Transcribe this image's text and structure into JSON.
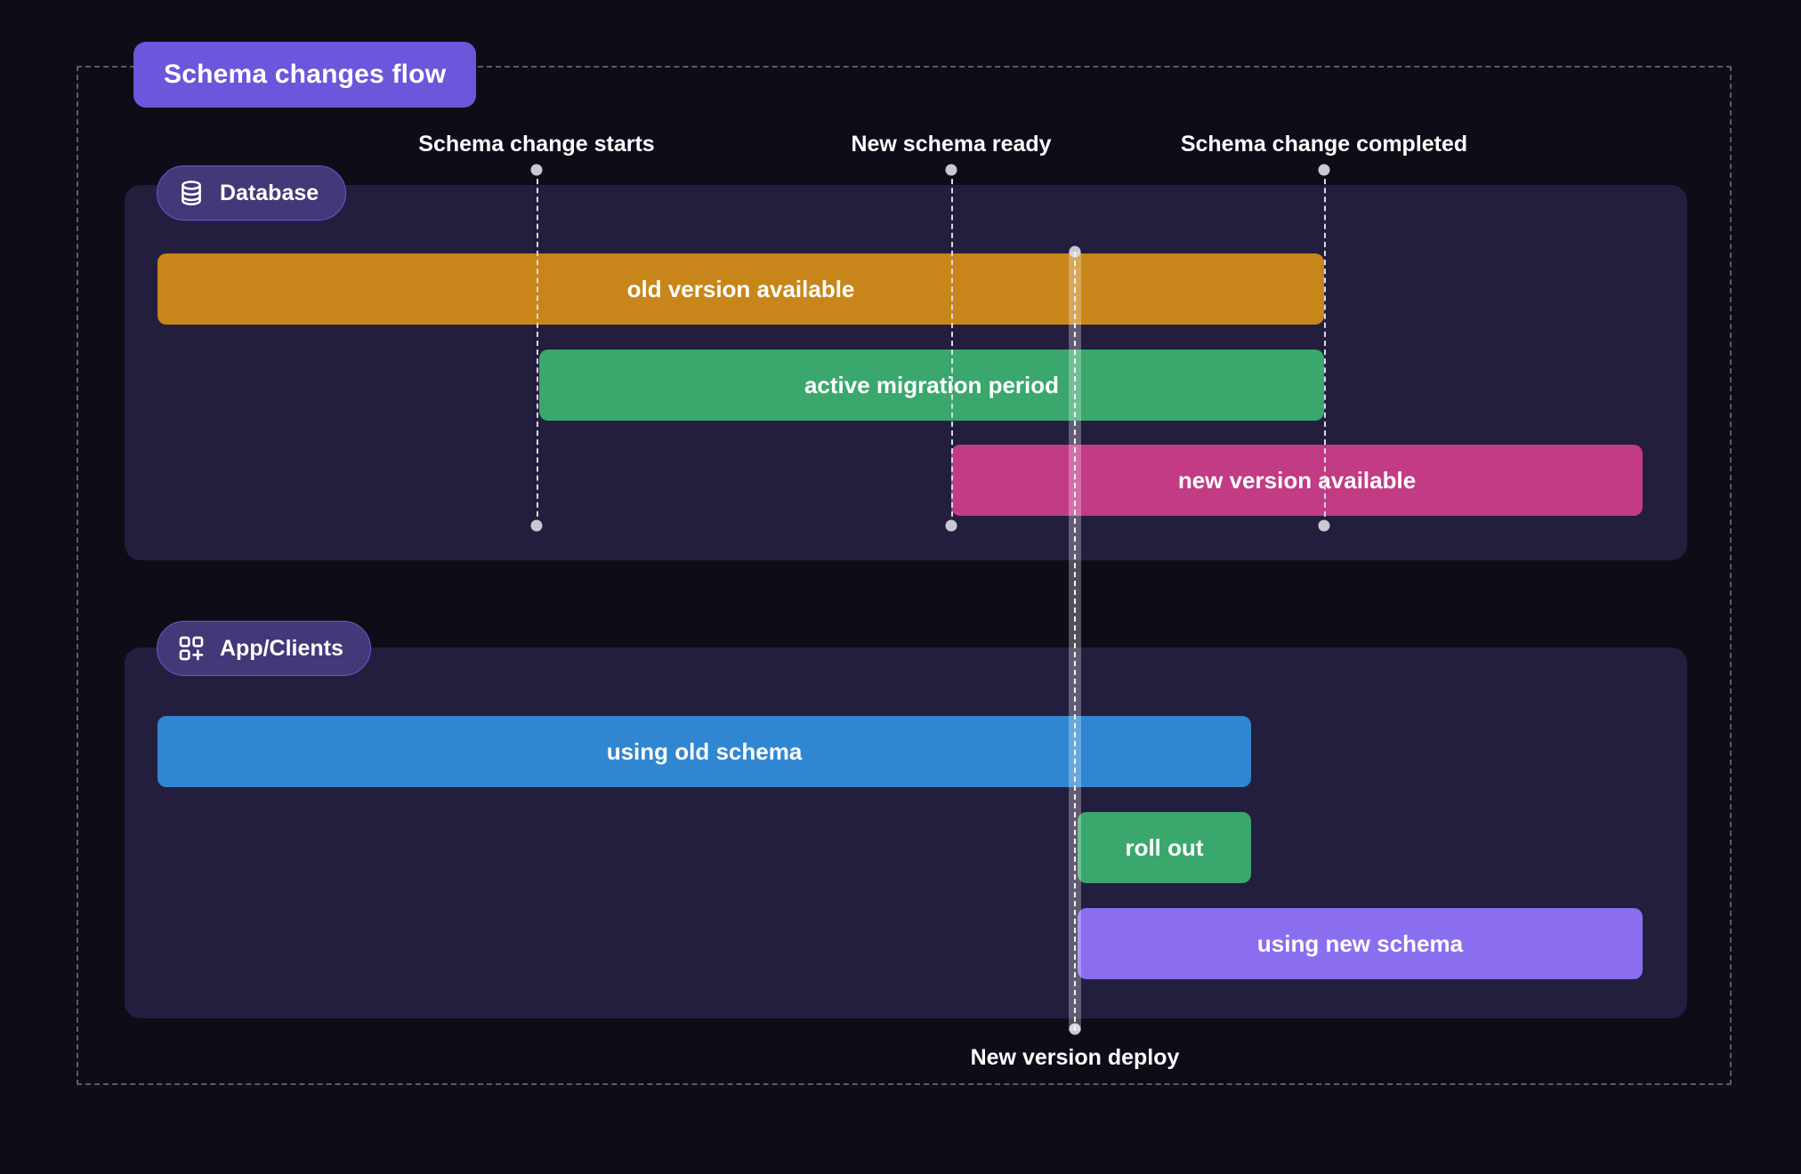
{
  "diagram": {
    "title": "Schema changes flow",
    "background_color": "#0d0d18",
    "panel_color": "#241e3e",
    "accent_color": "#6c56db"
  },
  "lanes": [
    {
      "id": "database",
      "label": "Database",
      "icon": "database-icon",
      "bars": [
        {
          "id": "old-version-available",
          "label": "old version available",
          "color": "#c8861a",
          "start_ms": "timeline-start",
          "end_ms": "schema-change-completed"
        },
        {
          "id": "active-migration",
          "label": "active migration period",
          "color": "#3aa76d",
          "start_ms": "schema-change-starts",
          "end_ms": "schema-change-completed"
        },
        {
          "id": "new-version-available",
          "label": "new version available",
          "color": "#c23b84",
          "start_ms": "new-schema-ready",
          "end_ms": "timeline-end"
        }
      ]
    },
    {
      "id": "app-clients",
      "label": "App/Clients",
      "icon": "apps-grid-plus-icon",
      "bars": [
        {
          "id": "using-old-schema",
          "label": "using old schema",
          "color": "#3086d0",
          "start_ms": "timeline-start",
          "end_ms": "roll-out-end"
        },
        {
          "id": "roll-out",
          "label": "roll out",
          "color": "#3aa76d",
          "start_ms": "new-version-deploy",
          "end_ms": "roll-out-end"
        },
        {
          "id": "using-new-schema",
          "label": "using new schema",
          "color": "#8b6ef0",
          "start_ms": "new-version-deploy",
          "end_ms": "timeline-end"
        }
      ]
    }
  ],
  "milestones": [
    {
      "id": "schema-change-starts",
      "label": "Schema change starts",
      "position": "top",
      "highlight": false
    },
    {
      "id": "new-schema-ready",
      "label": "New schema ready",
      "position": "top",
      "highlight": false
    },
    {
      "id": "schema-change-completed",
      "label": "Schema change completed",
      "position": "top",
      "highlight": false
    },
    {
      "id": "new-version-deploy",
      "label": "New version deploy",
      "position": "bottom",
      "highlight": true
    }
  ]
}
